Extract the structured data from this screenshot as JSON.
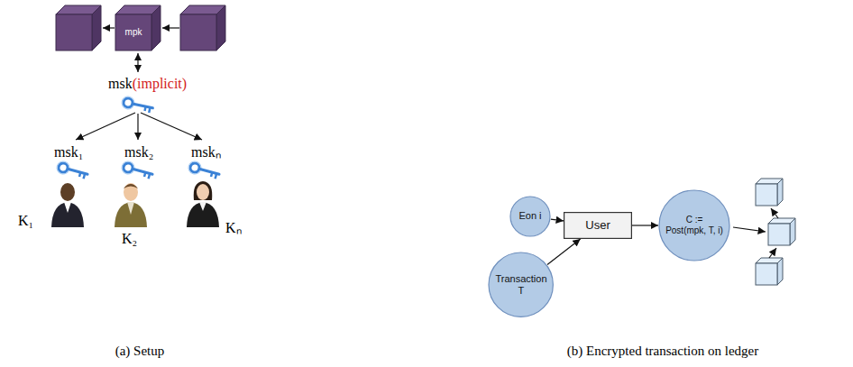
{
  "diagram": {
    "nodes": [
      {
        "text": [
          "mpk"
        ]
      },
      {
        "text": [
          "Eon i"
        ]
      },
      {
        "text": [
          "Transaction T"
        ]
      },
      {
        "text": [
          "User"
        ]
      },
      {
        "text": [
          "C := Post(mpk, T, i)"
        ]
      }
    ],
    "edges": [
      {
        "from": 1,
        "to": 3,
        "arrow": "to"
      },
      {
        "from": 2,
        "to": 3,
        "arrow": "to"
      },
      {
        "from": 3,
        "to": 4,
        "arrow": "to"
      }
    ],
    "labels": [
      "msk",
      "(implicit)",
      "msk₁",
      "msk₂",
      "mskₙ",
      "K₁",
      "K₂",
      "Kₙ",
      "(a) Setup",
      "(b) Encrypted transaction on ledger"
    ]
  }
}
